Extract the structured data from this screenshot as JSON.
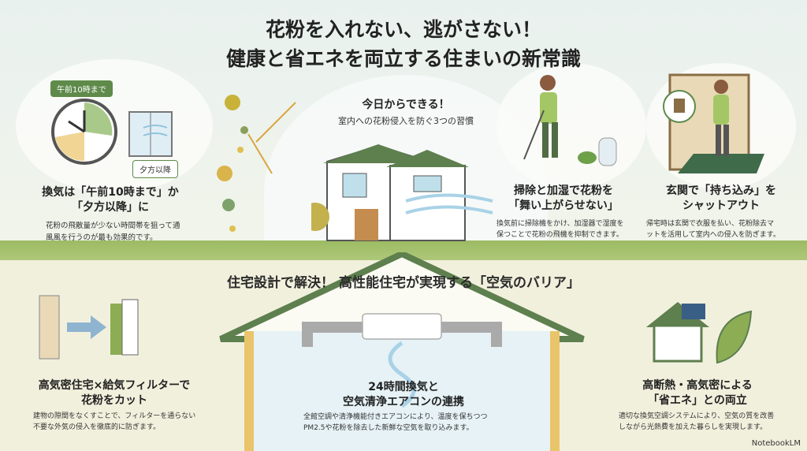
{
  "title": {
    "line1": "花粉を入れない、逃がさない！",
    "line2": "健康と省エネを両立する住まいの新常識"
  },
  "top": {
    "center": {
      "heading": "今日からできる！",
      "sub": "室内への花粉侵入を防ぐ3つの習慣"
    },
    "habit1": {
      "clock_tag": "午前10時まで",
      "window_tag": "夕方以降",
      "title1": "換気は「午前10時まで」か",
      "title2": "「夕方以降」に",
      "desc1": "花粉の飛散量が少ない時間帯を狙って通",
      "desc2": "風風を行うのが最も効果的です。"
    },
    "habit2": {
      "title1": "掃除と加湿で花粉を",
      "title2": "「舞い上がらせない」",
      "desc1": "換気前に掃除機をかけ、加湿器で湿度を",
      "desc2": "保つことで花粉の飛機を抑制できます。"
    },
    "habit3": {
      "title1": "玄関で「持ち込み」を",
      "title2": "シャットアウト",
      "desc1": "帰宅時は玄関で衣服を払い、花粉除去マ",
      "desc2": "ットを活用して室内への侵入を防ぎます。"
    }
  },
  "bottom": {
    "heading": "住宅設計で解決！ 高性能住宅が実現する「空気のバリア」",
    "item1": {
      "title1": "高気密住宅×給気フィルターで",
      "title2": "花粉をカット",
      "desc1": "建物の隙間をなくすことで、フィルターを通らない",
      "desc2": "不要な外気の侵入を徹底的に防ぎます。"
    },
    "item2": {
      "title1": "24時間換気と",
      "title2": "空気清浄エアコンの連携",
      "desc1": "全館空調や清浄機能付きエアコンにより、温度を保ちつつ",
      "desc2": "PM2.5や花粉を除去した新鮮な空気を取り込みます。"
    },
    "item3": {
      "title1": "高断熱・高気密による",
      "title2": "「省エネ」との両立",
      "desc1": "適切な換気空調システムにより、空気の質を改善",
      "desc2": "しながら光熱費を加えた暮らしを実現します。"
    }
  },
  "footer": {
    "brand": "NotebookLM"
  }
}
